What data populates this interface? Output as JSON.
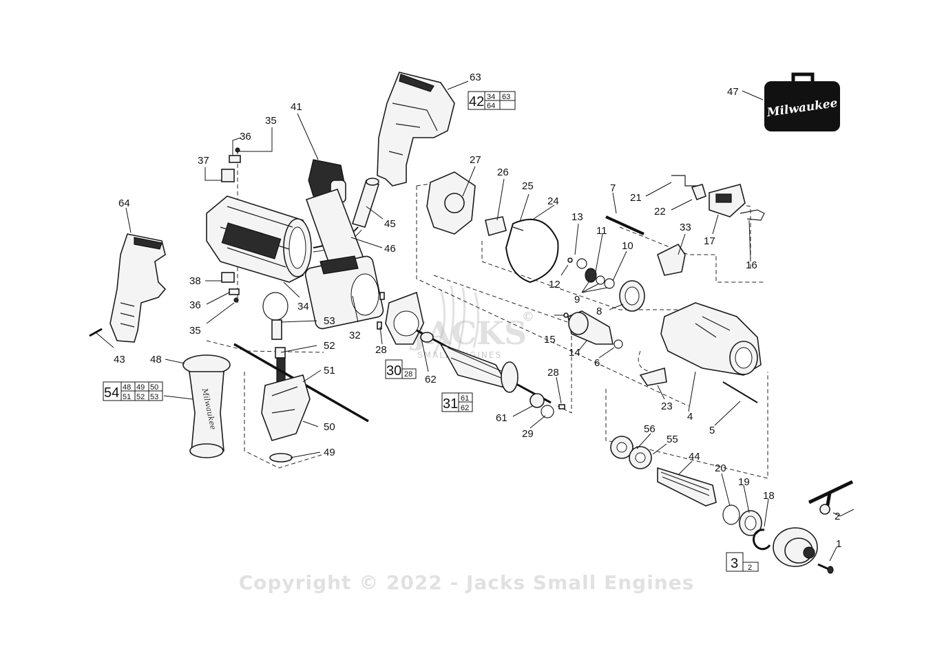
{
  "watermark": {
    "copyright": "Copyright © 2022 - Jacks Small Engines",
    "logo_text": "JACKS",
    "logo_sub": "SMALL ENGINES",
    "registered": "©"
  },
  "case_logo": "Milwaukee",
  "callouts": {
    "p1": "1",
    "p2": "2",
    "p4": "4",
    "p5": "5",
    "p6": "6",
    "p7": "7",
    "p8": "8",
    "p9": "9",
    "p10": "10",
    "p11": "11",
    "p12": "12",
    "p13": "13",
    "p14": "14",
    "p15": "15",
    "p16": "16",
    "p17": "17",
    "p18": "18",
    "p19": "19",
    "p20": "20",
    "p21": "21",
    "p22": "22",
    "p23": "23",
    "p24": "24",
    "p25": "25",
    "p26": "26",
    "p27": "27",
    "p28a": "28",
    "p28b": "28",
    "p29": "29",
    "p32": "32",
    "p33": "33",
    "p34": "34",
    "p35a": "35",
    "p35b": "35",
    "p36a": "36",
    "p36b": "36",
    "p37": "37",
    "p38": "38",
    "p41": "41",
    "p43": "43",
    "p44": "44",
    "p45": "45",
    "p46": "46",
    "p47": "47",
    "p48": "48",
    "p49": "49",
    "p50": "50",
    "p51": "51",
    "p52": "52",
    "p53": "53",
    "p55": "55",
    "p56": "56",
    "p61": "61",
    "p62": "62",
    "p63": "63",
    "p64": "64"
  },
  "kits": {
    "k42": {
      "main": "42",
      "parts": [
        "34",
        "63",
        "64",
        ""
      ]
    },
    "k54": {
      "main": "54",
      "parts": [
        "48",
        "49",
        "50",
        "51",
        "52",
        "53"
      ]
    },
    "k30": {
      "main": "30",
      "parts": [
        "28"
      ]
    },
    "k31": {
      "main": "31",
      "parts": [
        "61",
        "62"
      ]
    },
    "k3": {
      "main": "3",
      "parts": [
        "2"
      ]
    }
  }
}
